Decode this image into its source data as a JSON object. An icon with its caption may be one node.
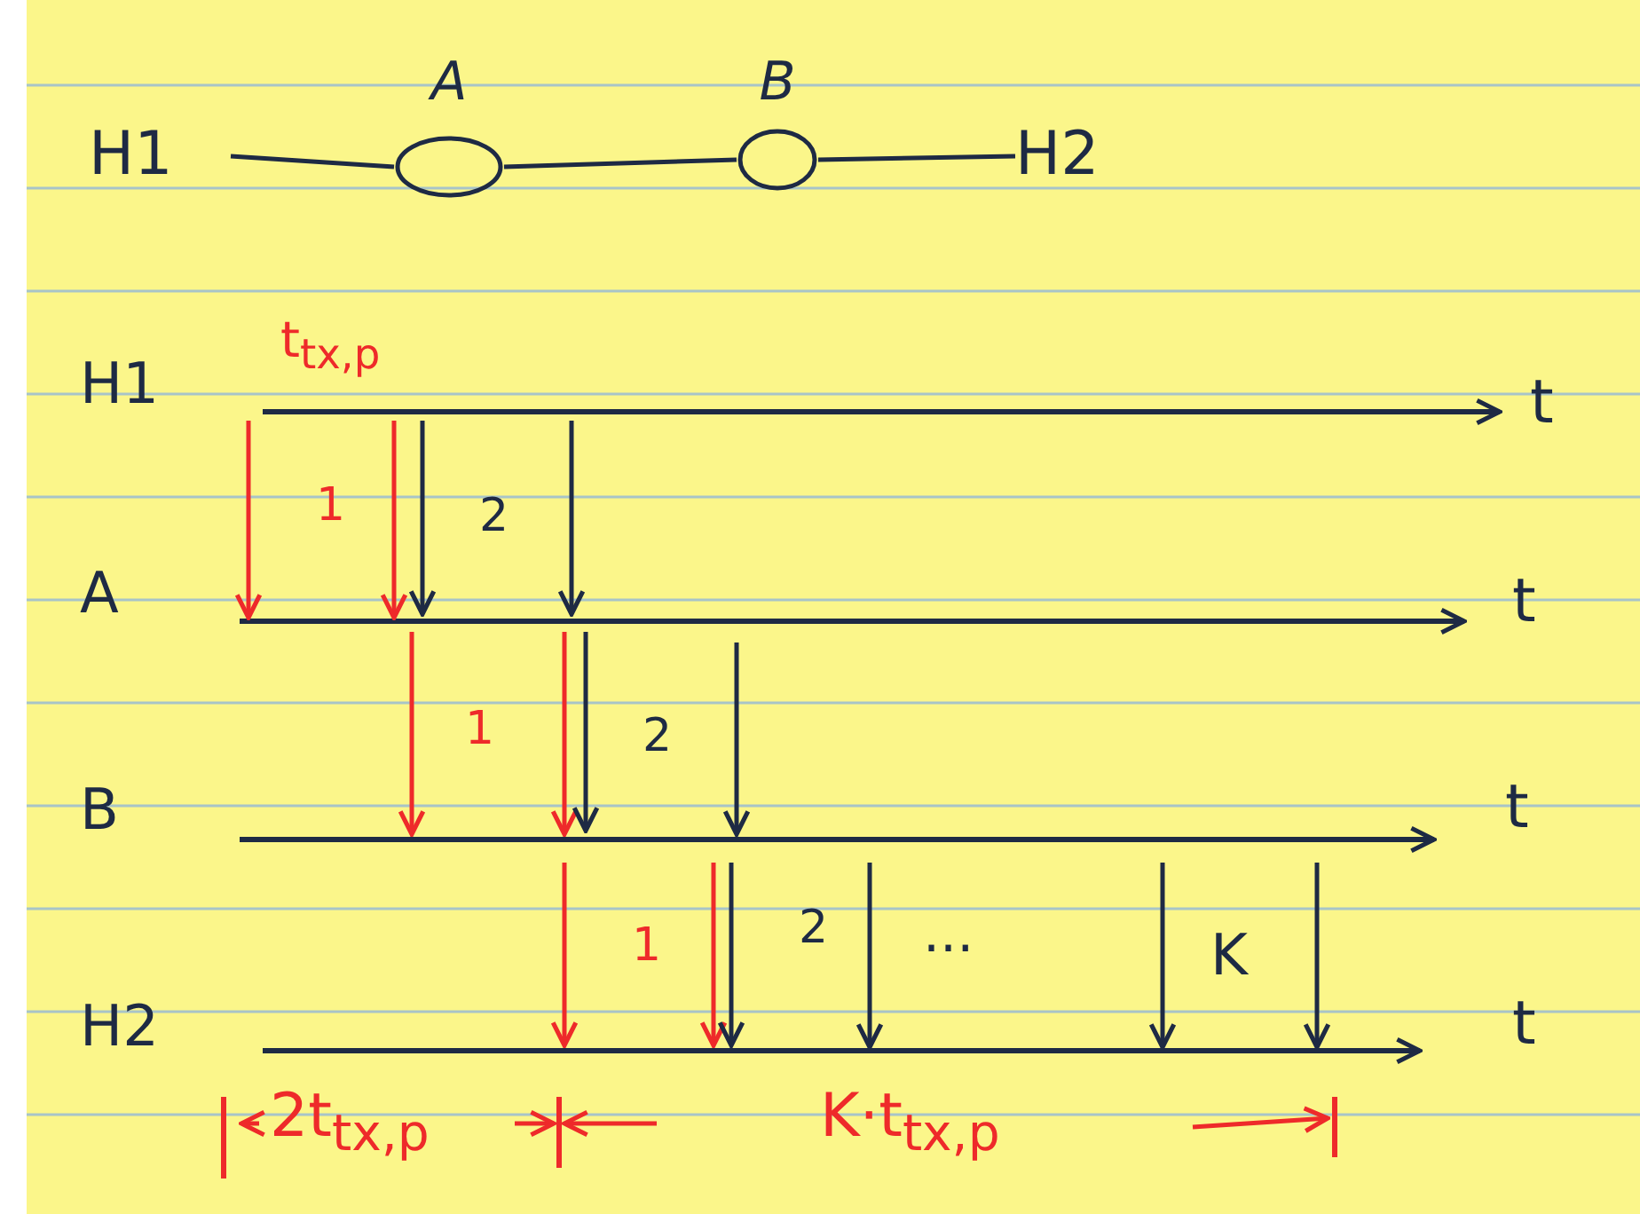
{
  "diagram": {
    "nodes": [
      {
        "text": [
          "H1"
        ]
      },
      {
        "text": [
          "A"
        ]
      },
      {
        "text": [
          "B"
        ]
      },
      {
        "text": [
          "H2"
        ]
      }
    ],
    "edges": [
      {
        "from": 0,
        "to": 1,
        "arrow": "none"
      },
      {
        "from": 1,
        "to": 2,
        "arrow": "none"
      },
      {
        "from": 2,
        "to": 3,
        "arrow": "none"
      }
    ],
    "labels": [
      "t$_{tx,p}$",
      "H1",
      "t",
      "1",
      "2",
      "A",
      "t",
      "1",
      "2",
      "B",
      "t",
      "1",
      "2",
      "...",
      "K",
      "H2",
      "t",
      "2t$_{tx,p}$",
      "K·t$_{tx,p}$"
    ]
  }
}
